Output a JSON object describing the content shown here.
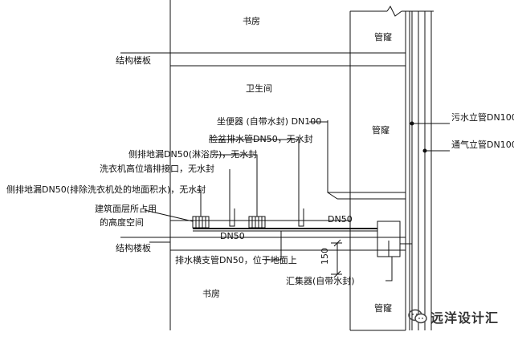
{
  "rooms": {
    "study_top": "书房",
    "bathroom": "卫生间",
    "study_bottom": "书房",
    "shaft_top": "管窿",
    "shaft_mid": "管窿",
    "shaft_bottom": "管窿"
  },
  "labels": {
    "slab_top": "结构楼板",
    "slab_bottom": "结构楼板",
    "toilet": "坐便器 (自带水封)  DN100",
    "basin": "脸盆排水管DN50，无水封",
    "side_drain_shower": "侧排地漏DN50(淋浴房)，无水封",
    "washer": "洗衣机高位墙排接口，无水封",
    "side_drain_washer": "侧排地漏DN50(排除洗衣机处的地面积水)，无水封",
    "floor_height_1": "建筑面层所占用",
    "floor_height_2": "的高度空间",
    "dn50_left": "DN50",
    "dn50_right": "DN50",
    "branch_pipe": "排水横支管DN50，位于地面上",
    "collector": "汇集器(自带水封)",
    "dim_150": "150",
    "sewage_riser": "污水立管DN100",
    "vent_riser": "通气立管DN100"
  },
  "watermark": {
    "text": "远洋设计汇",
    "icon": "wechat-icon"
  },
  "colors": {
    "line": "#111111",
    "watermark_text": "#333333"
  }
}
